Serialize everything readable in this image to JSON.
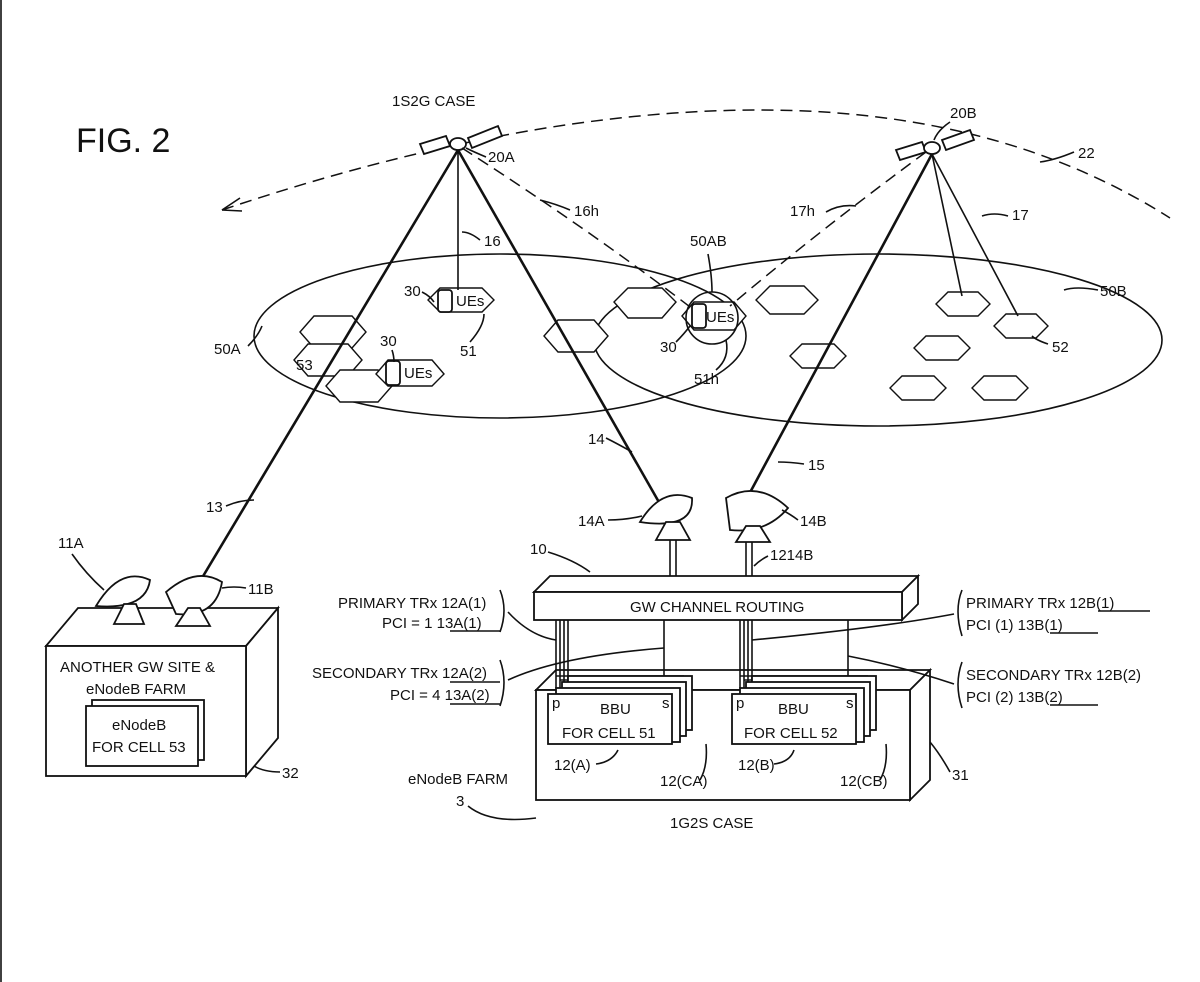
{
  "figure": {
    "title": "FIG. 2",
    "case_top": "1S2G CASE",
    "case_bottom": "1G2S CASE"
  },
  "satellites": {
    "a": "20A",
    "b": "20B",
    "orbit": "22"
  },
  "beams": {
    "b16": "16",
    "b16h": "16h",
    "b17": "17",
    "b17h": "17h",
    "l13": "13",
    "l14": "14",
    "l15": "15"
  },
  "coverage": {
    "a": "50A",
    "b": "50B",
    "ab": "50AB"
  },
  "cells": {
    "c51": "51",
    "c51h": "51h",
    "c52": "52",
    "c53": "53"
  },
  "ues": {
    "text": "UEs",
    "ref": "30"
  },
  "antennas": {
    "a11": "11A",
    "b11": "11B",
    "a14": "14A",
    "b14": "14B"
  },
  "gateway": {
    "ref": "10",
    "routing": "GW CHANNEL ROUTING",
    "bus": "1214B"
  },
  "bbu_a": {
    "title": "BBU",
    "cell": "FOR CELL 51",
    "p": "p",
    "s": "s",
    "ref": "12(A)",
    "ref_c": "12(CA)"
  },
  "bbu_b": {
    "title": "BBU",
    "cell": "FOR CELL 52",
    "p": "p",
    "s": "s",
    "ref": "12(B)",
    "ref_c": "12(CB)"
  },
  "farm": {
    "label": "eNodeB FARM",
    "num": "3",
    "ref": "31"
  },
  "trx_left": {
    "primary": "PRIMARY TRx 12A(1)",
    "pci_primary": "PCI = 1 13A(1)",
    "secondary": "SECONDARY TRx 12A(2)",
    "pci_secondary": "PCI = 4 13A(2)"
  },
  "trx_right": {
    "primary": "PRIMARY TRx 12B(1)",
    "pci_primary": "PCI (1) 13B(1)",
    "secondary": "SECONDARY TRx 12B(2)",
    "pci_secondary": "PCI (2) 13B(2)"
  },
  "other_site": {
    "line1": "ANOTHER GW SITE &",
    "line2": "eNodeB FARM",
    "enb1": "eNodeB",
    "enb2": "FOR CELL 53",
    "ref": "32"
  }
}
